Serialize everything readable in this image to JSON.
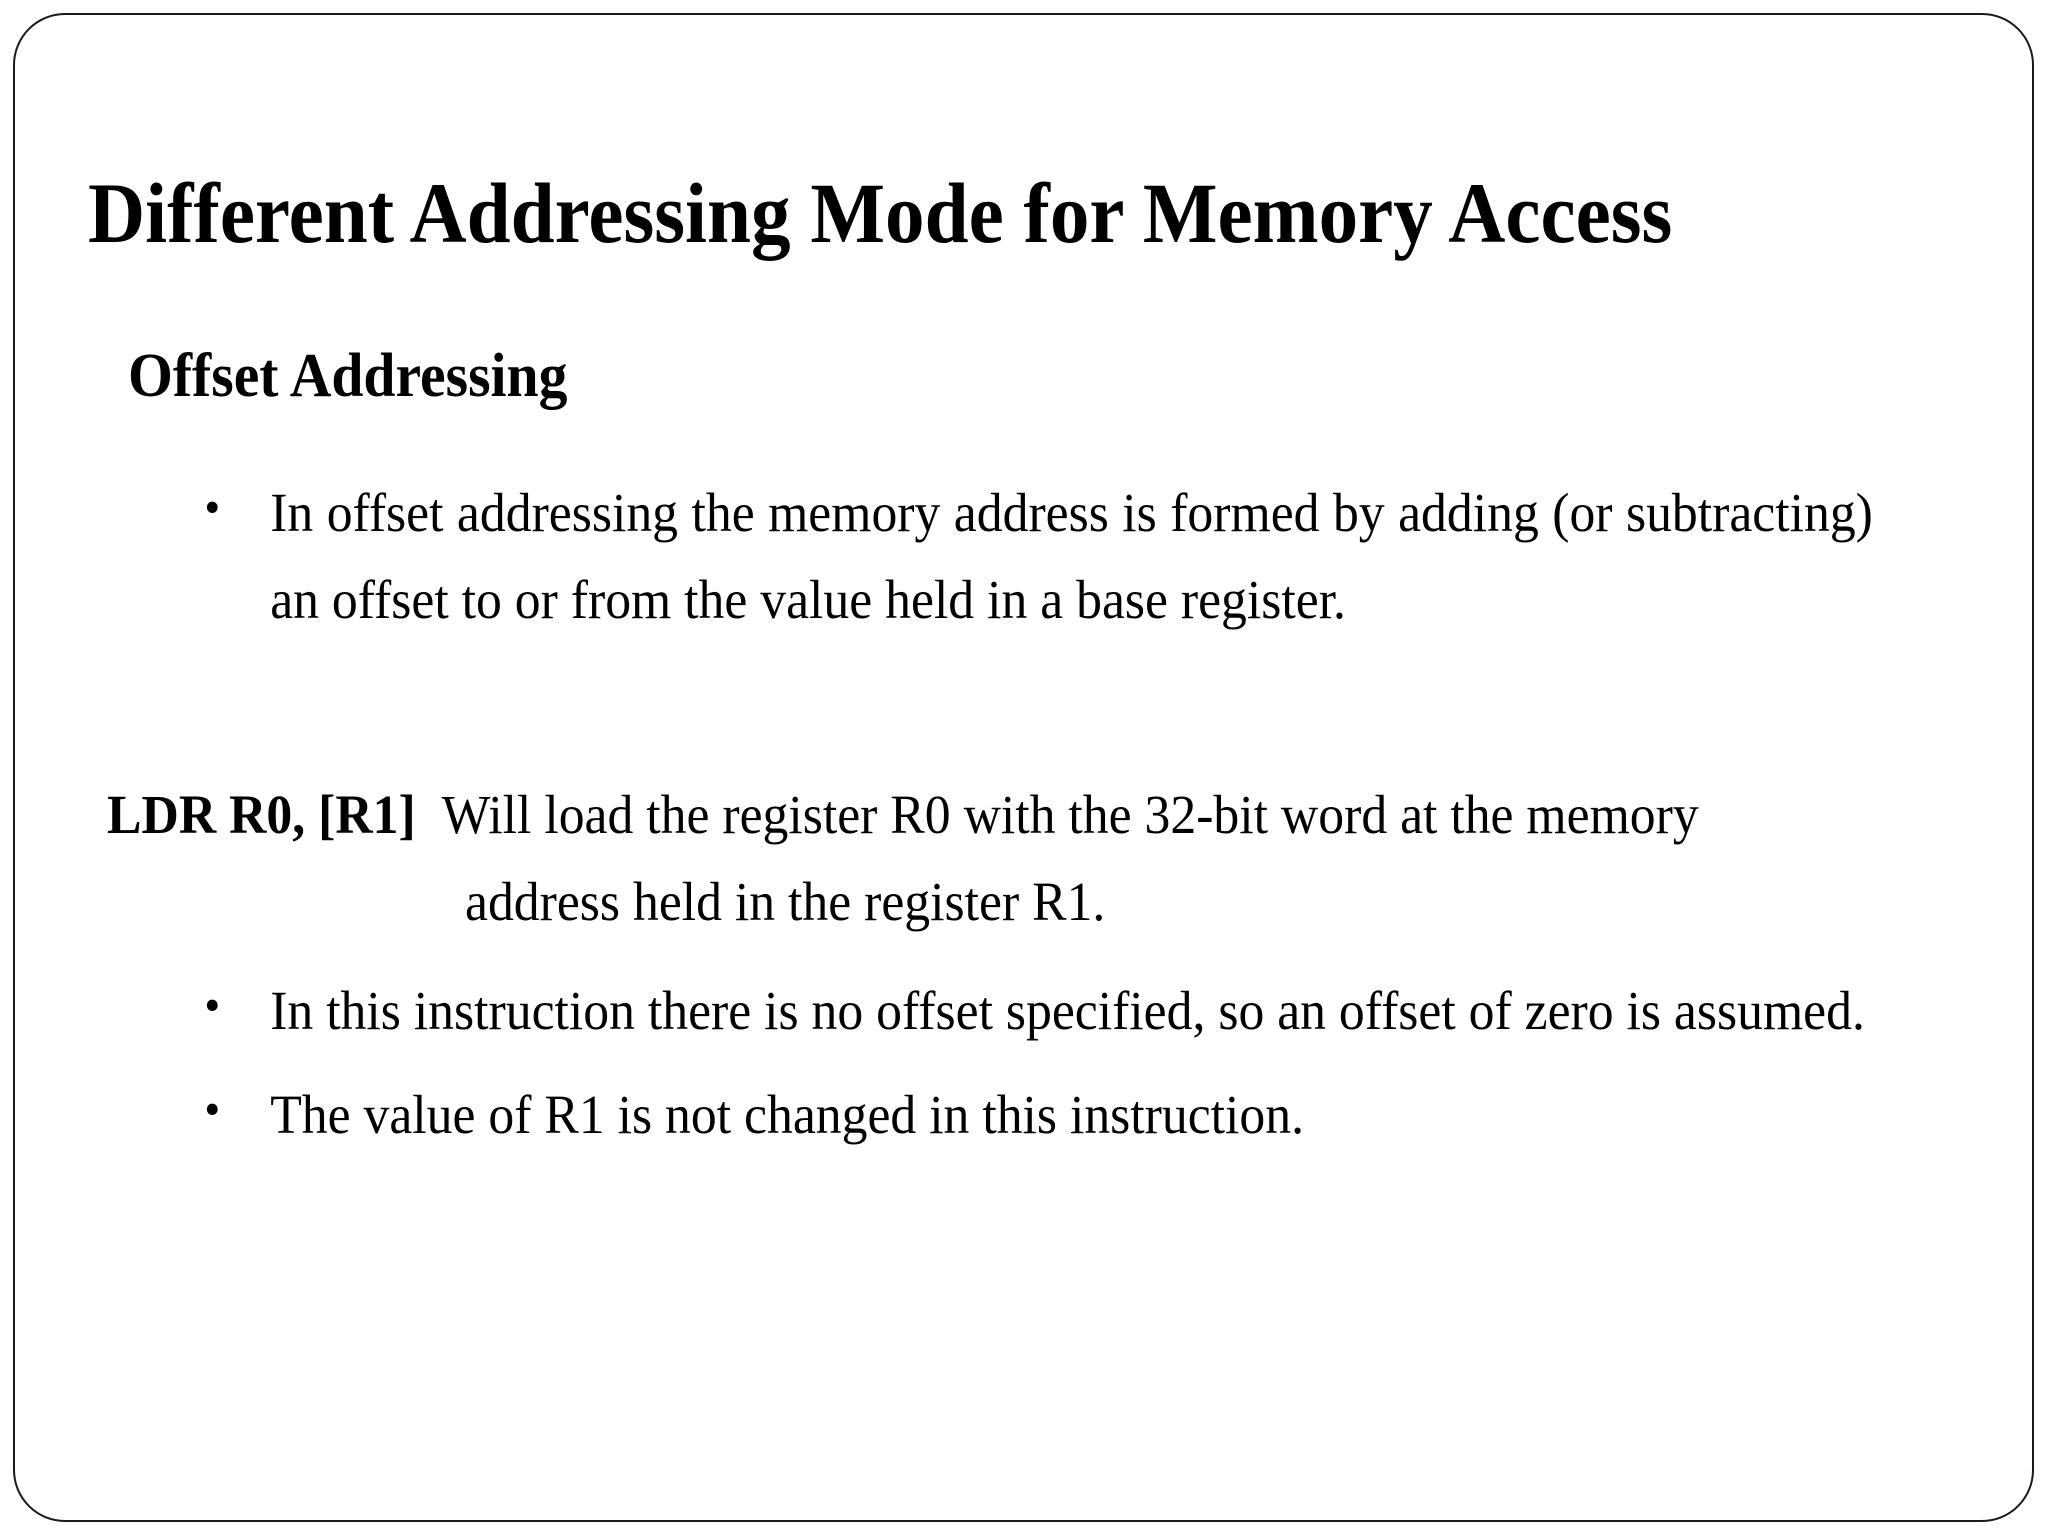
{
  "slide": {
    "title": "Different Addressing Mode for Memory Access",
    "subheading": "Offset Addressing",
    "bullet_marker": "•",
    "bullets": [
      "In offset addressing the memory address is formed by adding (or subtracting) an offset to or from the value held in a base register.",
      "In this instruction there is no offset specified, so an offset of zero is assumed.",
      "The value of R1 is not changed in this instruction."
    ],
    "instruction": {
      "mnemonic": "LDR R0, [R1]",
      "description_line1": "Will load the register R0 with the 32-bit word at the memory",
      "description_line2": "address held in the register R1."
    },
    "colors": {
      "background": "#ffffff",
      "text": "#000000",
      "border": "#1a1a1a"
    }
  }
}
